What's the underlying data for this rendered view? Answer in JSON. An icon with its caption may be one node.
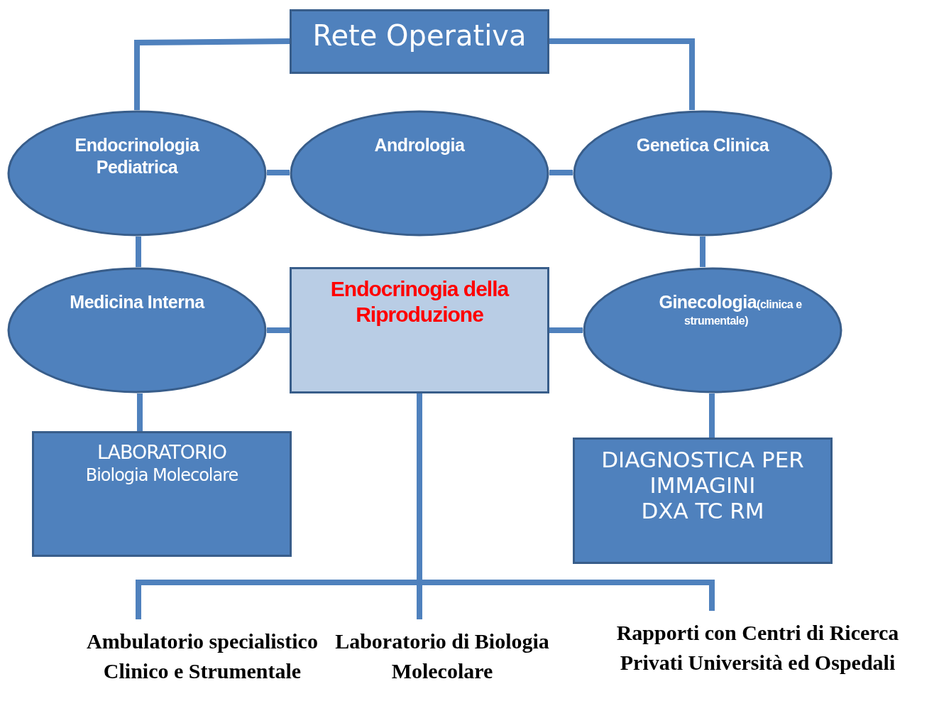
{
  "diagram": {
    "nodes": [
      {
        "text": [
          "Rete Operativa"
        ]
      },
      {
        "text": [
          "Endocrinologia Pediatrica"
        ]
      },
      {
        "text": [
          "Andrologia"
        ]
      },
      {
        "text": [
          "Genetica Clinica"
        ]
      },
      {
        "text": [
          "Medicina Interna"
        ]
      },
      {
        "text": [
          "Endocrinogia della Riproduzione"
        ]
      },
      {
        "text": [
          "Ginecologia",
          "(clinica e strumentale)"
        ]
      },
      {
        "text": [
          "LABORATORIO",
          "Biologia Molecolare"
        ]
      },
      {
        "text": [
          "DIAGNOSTICA PER IMMAGINI",
          "DXA TC RM"
        ]
      },
      {
        "text": [
          "Ambulatorio specialistico Clinico e Strumentale"
        ]
      },
      {
        "text": [
          "Laboratorio di Biologia Molecolare"
        ]
      },
      {
        "text": [
          "Rapporti con Centri di Ricerca Privati Università ed Ospedali"
        ]
      }
    ],
    "edges": [
      {
        "from": 0,
        "to": 1,
        "arrow": "none"
      },
      {
        "from": 0,
        "to": 3,
        "arrow": "none"
      },
      {
        "from": 1,
        "to": 2,
        "arrow": "none"
      },
      {
        "from": 2,
        "to": 3,
        "arrow": "none"
      },
      {
        "from": 1,
        "to": 4,
        "arrow": "none"
      },
      {
        "from": 3,
        "to": 6,
        "arrow": "none"
      },
      {
        "from": 4,
        "to": 5,
        "arrow": "none"
      },
      {
        "from": 5,
        "to": 6,
        "arrow": "none"
      },
      {
        "from": 4,
        "to": 7,
        "arrow": "none"
      },
      {
        "from": 6,
        "to": 8,
        "arrow": "none"
      },
      {
        "from": 5,
        "to": 9,
        "arrow": "none"
      },
      {
        "from": 5,
        "to": 10,
        "arrow": "none"
      },
      {
        "from": 5,
        "to": 11,
        "arrow": "none"
      }
    ]
  }
}
